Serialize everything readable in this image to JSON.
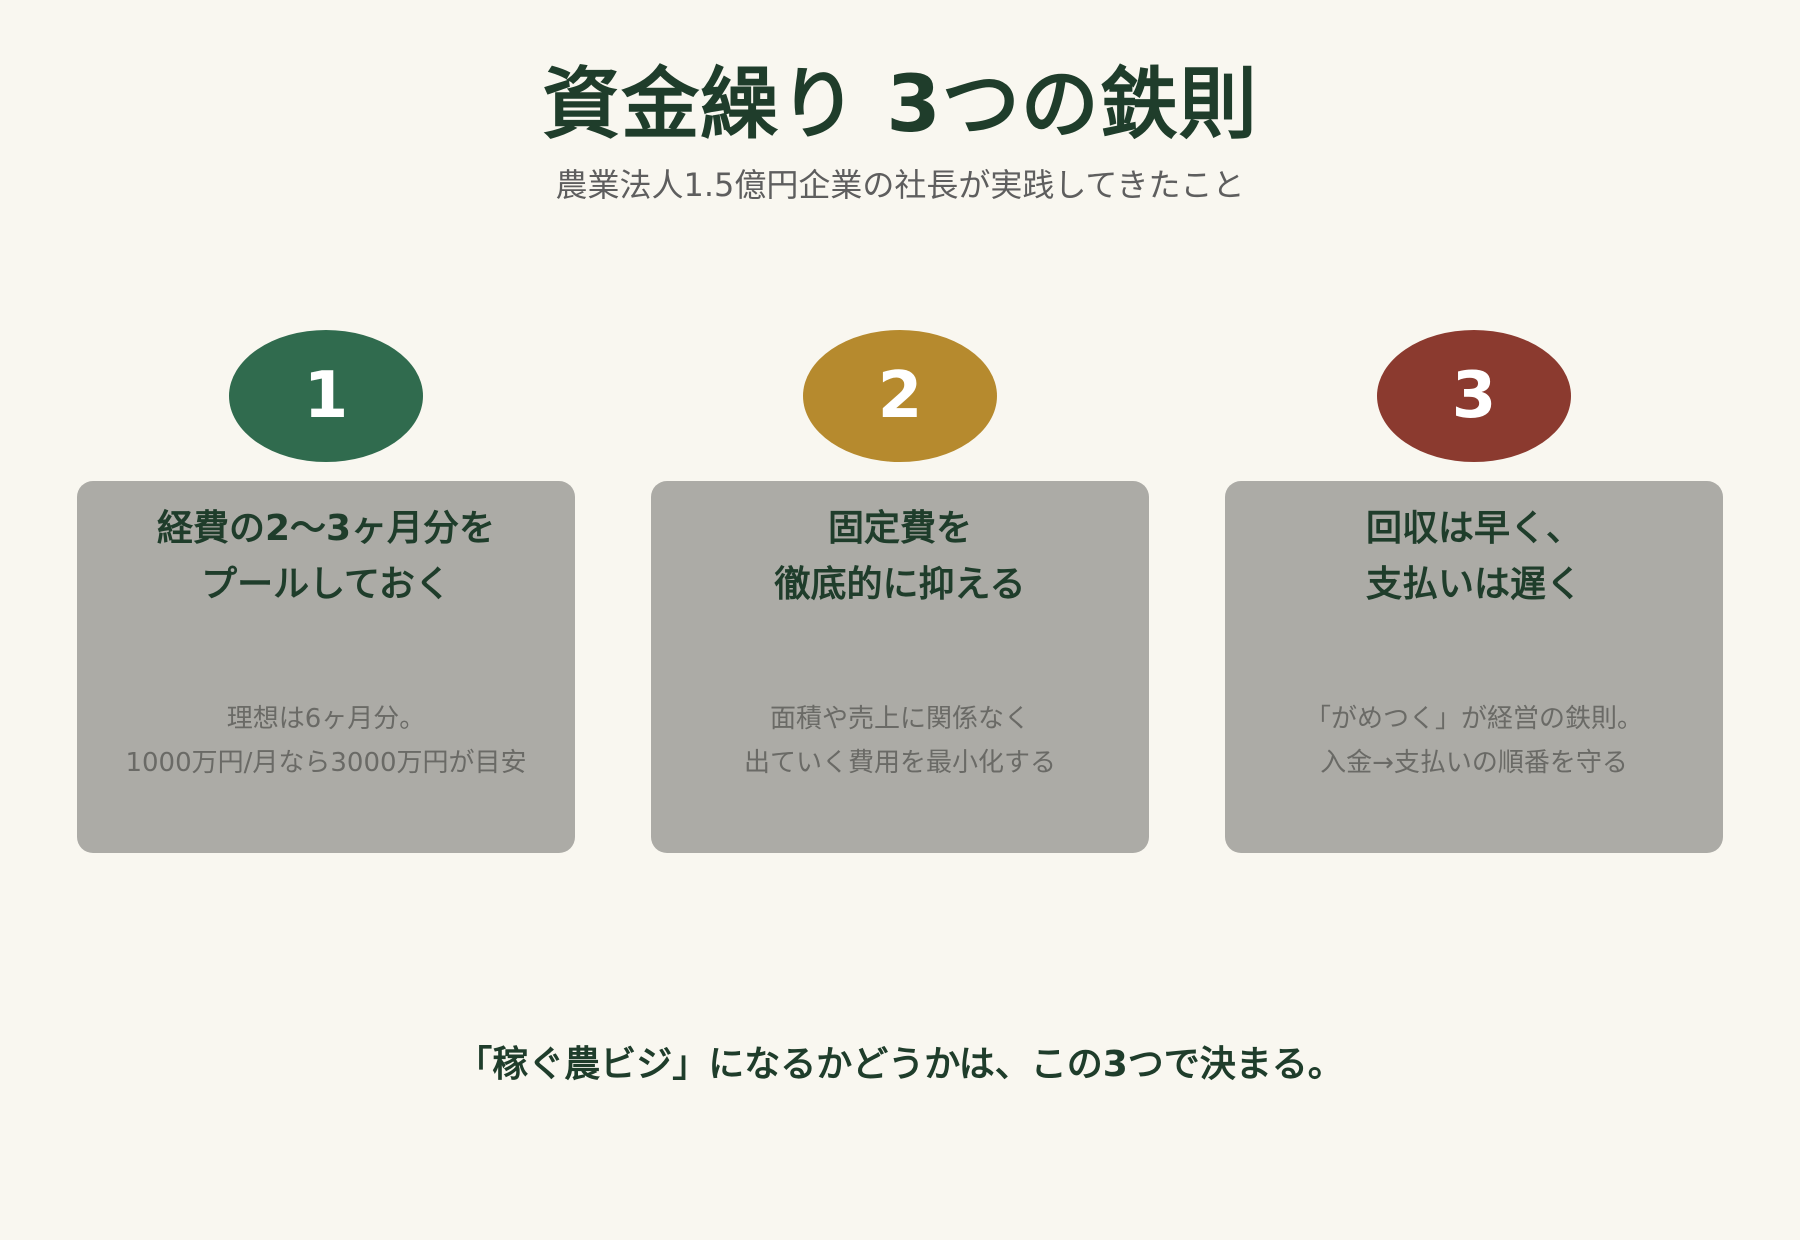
{
  "header": {
    "title": "資金繰り 3つの鉄則",
    "subtitle": "農業法人1.5億円企業の社長が実践してきたこと"
  },
  "rules": [
    {
      "number": "1",
      "color": "#306b4e",
      "heading_line1": "経費の2〜3ヶ月分を",
      "heading_line2": "プールしておく",
      "body_line1": "理想は6ヶ月分。",
      "body_line2": "1000万円/月なら3000万円が目安"
    },
    {
      "number": "2",
      "color": "#b68a2e",
      "heading_line1": "固定費を",
      "heading_line2": "徹底的に抑える",
      "body_line1": "面積や売上に関係なく",
      "body_line2": "出ていく費用を最小化する"
    },
    {
      "number": "3",
      "color": "#8b3a2f",
      "heading_line1": "回収は早く、",
      "heading_line2": "支払いは遅く",
      "body_line1": "「がめつく」が経営の鉄則。",
      "body_line2": "入金→支払いの順番を守る"
    }
  ],
  "footer": {
    "text": "「稼ぐ農ビジ」になるかどうかは、この3つで決まる。"
  },
  "colors": {
    "background": "#f9f7f0",
    "card": "#acaba6",
    "heading_text": "#1f3d2b"
  }
}
